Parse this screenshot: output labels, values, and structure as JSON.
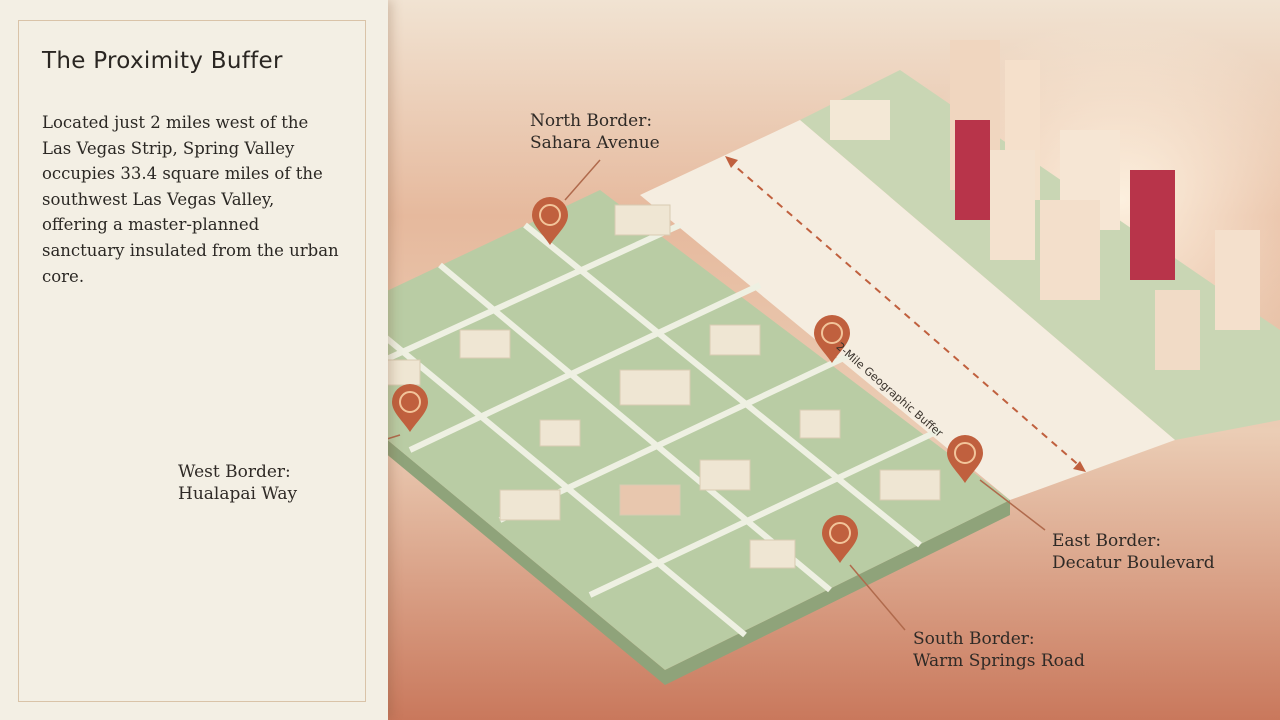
{
  "panel": {
    "title": "The Proximity Buffer",
    "body": "Located just 2 miles west of the Las Vegas Strip, Spring Valley occupies 33.4 square miles of the southwest Las Vegas Valley, offering a master-planned sanctuary insulated from the urban core."
  },
  "map": {
    "buffer_label": "2-Mile Geographic Buffer",
    "borders": {
      "north": {
        "title": "North Border:",
        "name": "Sahara Avenue"
      },
      "west": {
        "title": "West Border:",
        "name": "Hualapai Way"
      },
      "east": {
        "title": "East Border:",
        "name": "Decatur Boulevard"
      },
      "south": {
        "title": "South Border:",
        "name": "Warm Springs Road"
      }
    }
  },
  "colors": {
    "accent": "#c0603e",
    "map_green": "#b9cca4",
    "panel_bg": "#f3efe4",
    "strip": "#b8344a"
  }
}
